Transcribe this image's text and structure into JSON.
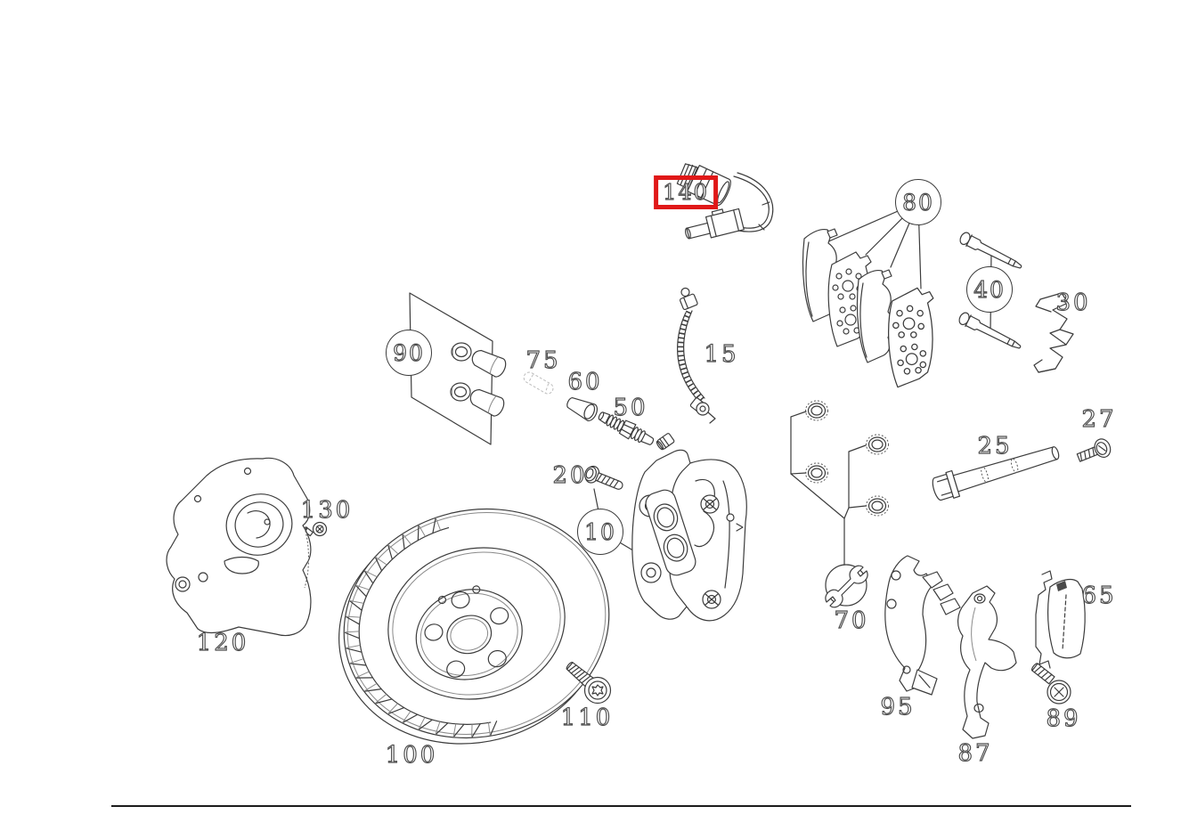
{
  "colors": {
    "background": "#ffffff",
    "line": "#3c3c3c",
    "highlight_box": "#e01818"
  },
  "icons": {
    "repair_kit": "wrench-icon"
  },
  "callouts": [
    {
      "label": "140",
      "shape": "boxed",
      "highlighted": true
    },
    {
      "label": "80",
      "shape": "circled",
      "highlighted": false
    },
    {
      "label": "40",
      "shape": "circled",
      "highlighted": false
    },
    {
      "label": "30",
      "shape": "plain",
      "highlighted": false
    },
    {
      "label": "90",
      "shape": "circled",
      "highlighted": false
    },
    {
      "label": "75",
      "shape": "plain",
      "highlighted": false
    },
    {
      "label": "60",
      "shape": "plain",
      "highlighted": false
    },
    {
      "label": "50",
      "shape": "plain",
      "highlighted": false
    },
    {
      "label": "15",
      "shape": "plain",
      "highlighted": false
    },
    {
      "label": "20",
      "shape": "plain",
      "highlighted": false
    },
    {
      "label": "10",
      "shape": "circled",
      "highlighted": false
    },
    {
      "label": "130",
      "shape": "plain",
      "highlighted": false
    },
    {
      "label": "120",
      "shape": "plain",
      "highlighted": false
    },
    {
      "label": "100",
      "shape": "plain",
      "highlighted": false
    },
    {
      "label": "110",
      "shape": "plain",
      "highlighted": false
    },
    {
      "label": "70",
      "shape": "plain-with-wrench-circle",
      "highlighted": false
    },
    {
      "label": "25",
      "shape": "plain",
      "highlighted": false
    },
    {
      "label": "27",
      "shape": "plain",
      "highlighted": false
    },
    {
      "label": "95",
      "shape": "plain",
      "highlighted": false
    },
    {
      "label": "87",
      "shape": "plain",
      "highlighted": false
    },
    {
      "label": "65",
      "shape": "plain",
      "highlighted": false
    },
    {
      "label": "89",
      "shape": "plain",
      "highlighted": false
    }
  ]
}
